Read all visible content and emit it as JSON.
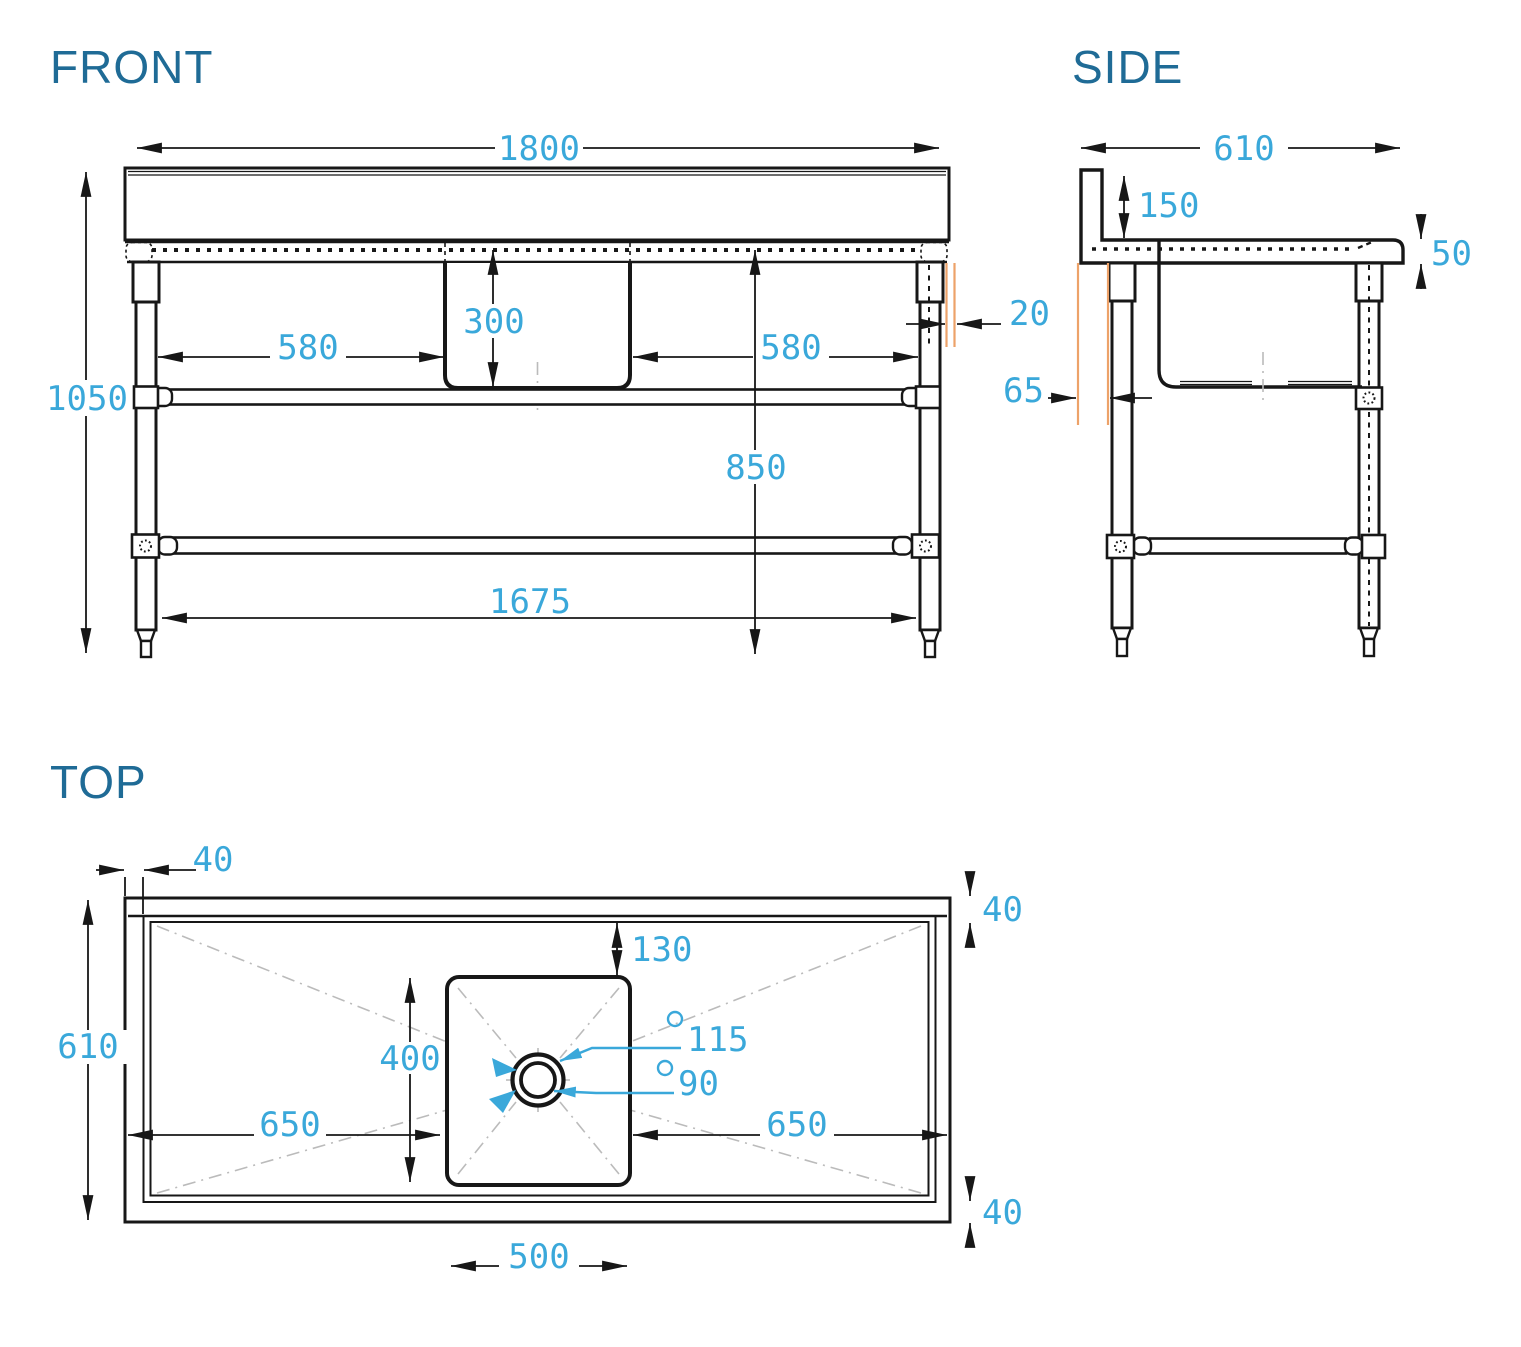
{
  "colors": {
    "dimension_text": "#3aa8da",
    "view_title": "#1f6b96",
    "drawing_line": "#171717",
    "centerline_gray": "#bbbbbb",
    "highlight_orange": "#eda269",
    "background": "#ffffff"
  },
  "views": {
    "front": {
      "title": "FRONT",
      "dims": {
        "overall_width": "1800",
        "overall_height": "1050",
        "bowl_depth": "300",
        "bowl_left_offset": "580",
        "bowl_right_offset": "580",
        "worktop_height": "850",
        "leg_span": "1675",
        "panel_gap": "20"
      }
    },
    "side": {
      "title": "SIDE",
      "dims": {
        "overall_depth": "610",
        "splashback_height": "150",
        "worktop_thickness": "50",
        "rear_gap": "65"
      }
    },
    "top": {
      "title": "TOP",
      "dims": {
        "edge_left": "40",
        "edge_top": "40",
        "edge_bottom": "40",
        "overall_depth": "610",
        "bowl_top_inset": "130",
        "bowl_depth": "400",
        "left_drainer": "650",
        "right_drainer": "650",
        "bowl_width": "500",
        "drain_outer_dia": "115",
        "drain_inner_dia": "90"
      }
    }
  }
}
